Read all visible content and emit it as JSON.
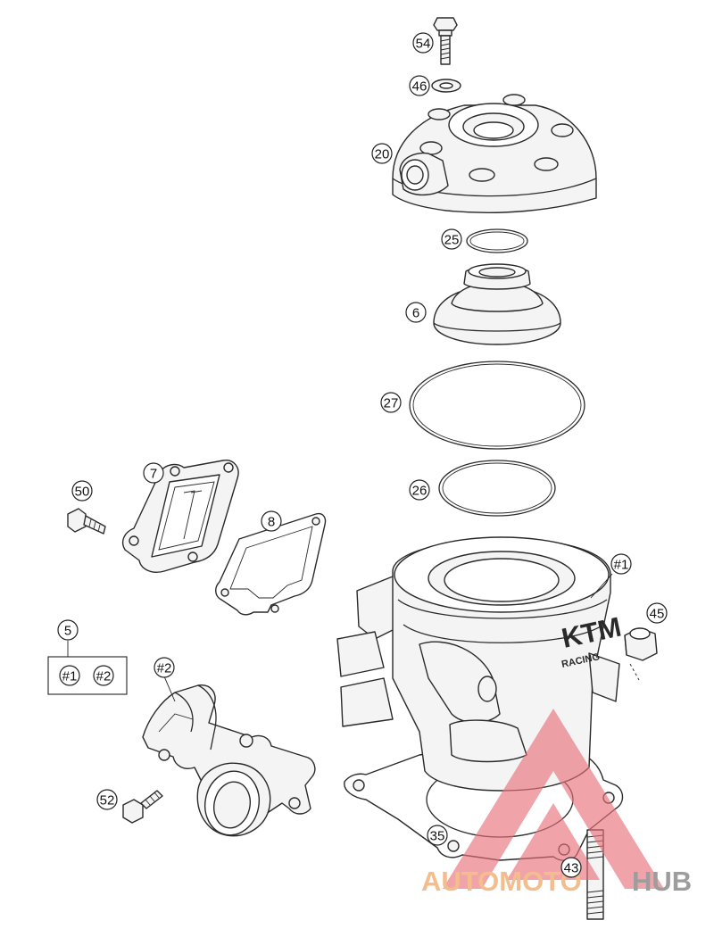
{
  "callouts": [
    {
      "id": "54",
      "label": "54"
    },
    {
      "id": "46",
      "label": "46"
    },
    {
      "id": "20",
      "label": "20"
    },
    {
      "id": "25",
      "label": "25"
    },
    {
      "id": "6",
      "label": "6"
    },
    {
      "id": "27",
      "label": "27"
    },
    {
      "id": "26",
      "label": "26"
    },
    {
      "id": "7",
      "label": "7"
    },
    {
      "id": "50",
      "label": "50"
    },
    {
      "id": "8",
      "label": "8"
    },
    {
      "id": "c1",
      "label": "#1"
    },
    {
      "id": "45",
      "label": "45"
    },
    {
      "id": "5",
      "label": "5"
    },
    {
      "id": "k1",
      "label": "#1"
    },
    {
      "id": "k2",
      "label": "#2"
    },
    {
      "id": "c2",
      "label": "#2"
    },
    {
      "id": "52",
      "label": "52"
    },
    {
      "id": "35",
      "label": "35"
    },
    {
      "id": "43",
      "label": "43"
    }
  ],
  "cylinder_branding": "KTM",
  "cylinder_branding_sub": "RACING",
  "watermark": {
    "word_a": "AUTOMOTO",
    "word_b": "HUB",
    "color_a": "#f2b27a",
    "color_b": "#8c8c8c",
    "logo_color": "#e8707a"
  }
}
